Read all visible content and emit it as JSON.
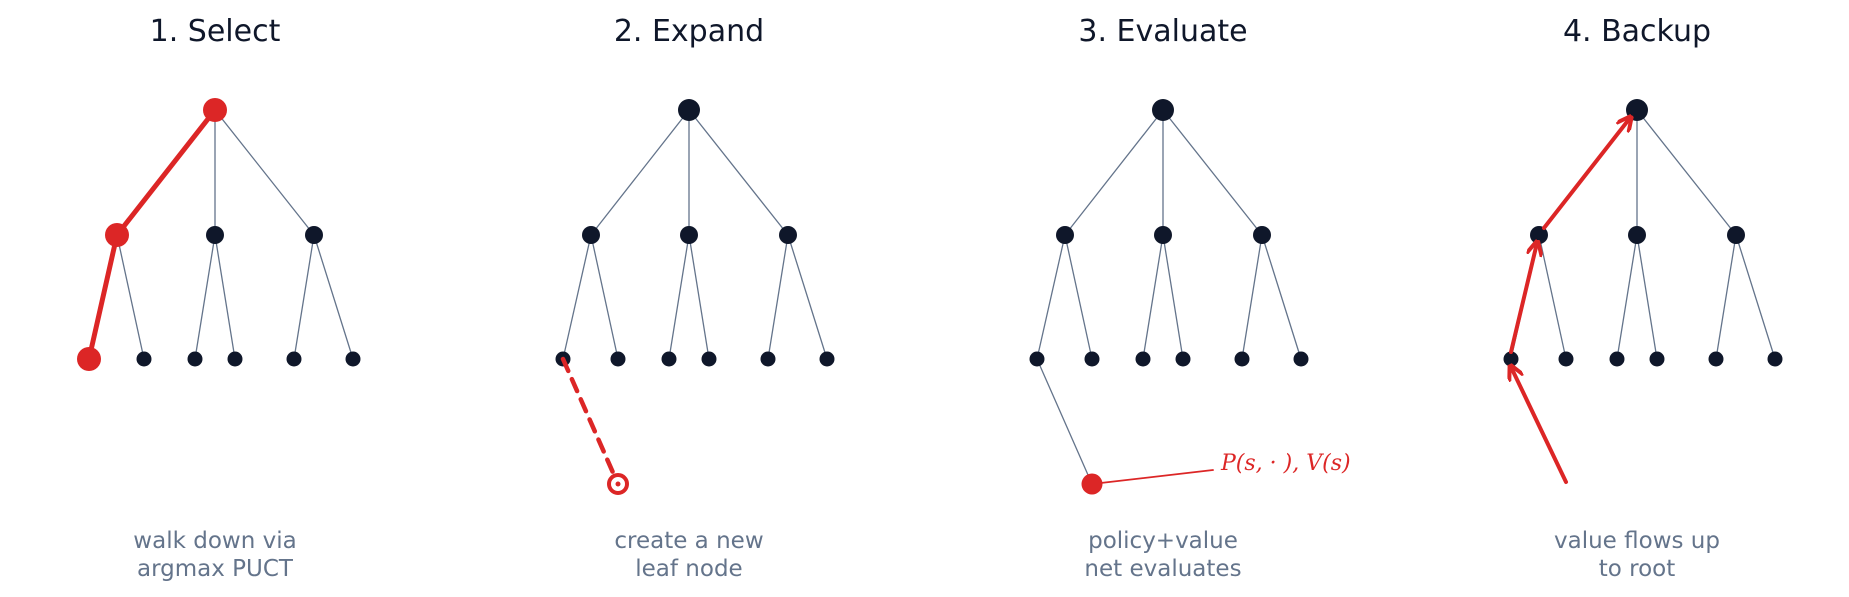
{
  "colors": {
    "node": "#0f172a",
    "edge": "#64748b",
    "accent": "#dc2626",
    "caption": "#64748b",
    "title": "#0f172a"
  },
  "panels": [
    {
      "id": "select",
      "title": "1. Select",
      "caption": [
        "walk down via",
        "argmax PUCT"
      ]
    },
    {
      "id": "expand",
      "title": "2. Expand",
      "caption": [
        "create a new",
        "leaf node"
      ]
    },
    {
      "id": "evaluate",
      "title": "3. Evaluate",
      "caption": [
        "policy+value",
        "net evaluates"
      ],
      "annotation": "P(s, · ), V(s)"
    },
    {
      "id": "backup",
      "title": "4. Backup",
      "caption": [
        "value flows up",
        "to root"
      ]
    }
  ]
}
